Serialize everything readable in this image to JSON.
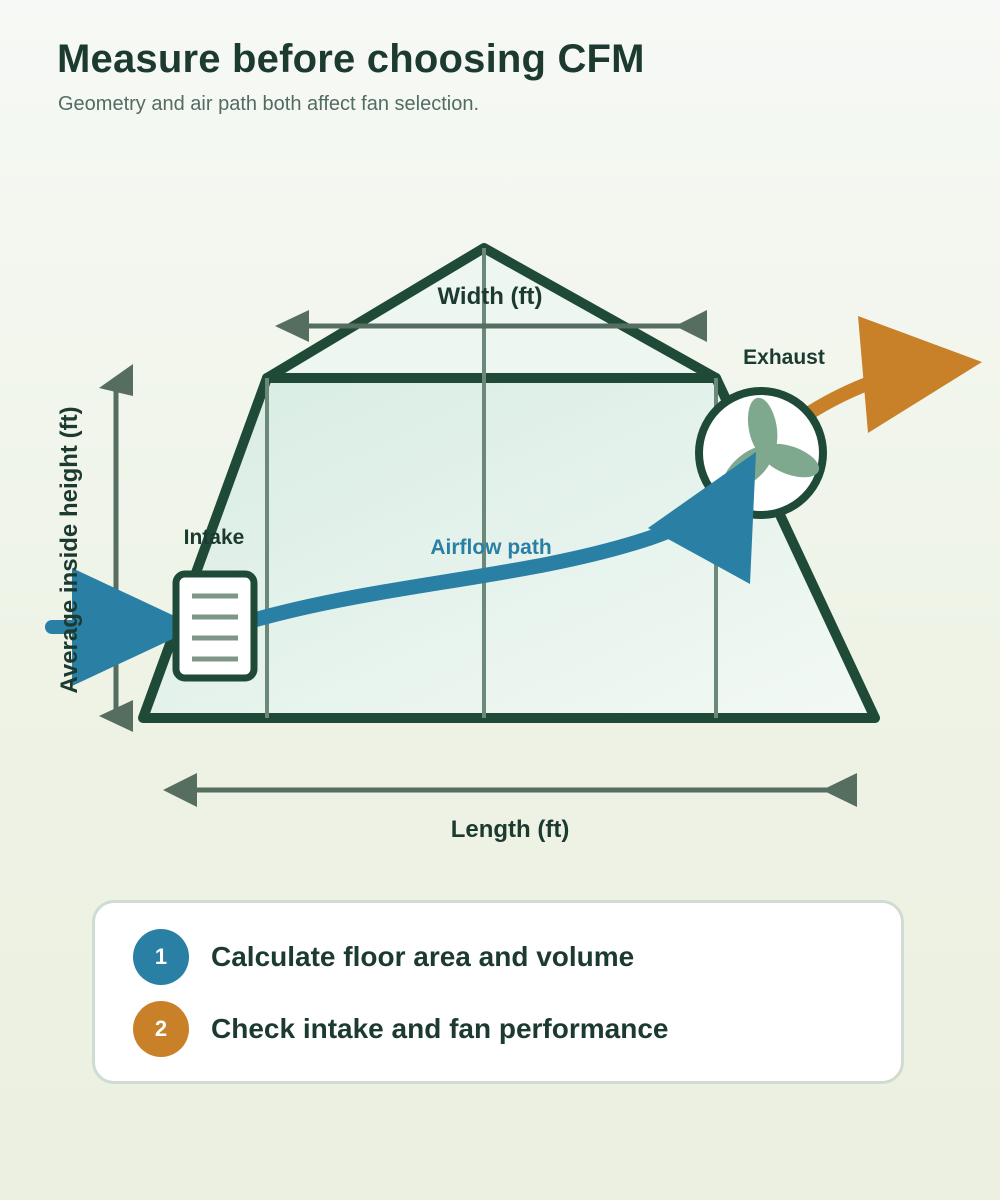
{
  "header": {
    "title": "Measure before choosing CFM",
    "subtitle": "Geometry and air path both affect fan selection."
  },
  "diagram": {
    "width_label": "Width (ft)",
    "length_label": "Length (ft)",
    "height_label": "Average inside height (ft)",
    "intake_label": "Intake",
    "exhaust_label": "Exhaust",
    "airflow_label": "Airflow path",
    "icons": [
      "intake-vent-icon",
      "exhaust-fan-icon"
    ]
  },
  "steps": [
    {
      "number": "1",
      "text": "Calculate floor area and volume",
      "color": "#2a7fa4"
    },
    {
      "number": "2",
      "text": "Check intake and fan performance",
      "color": "#c88128"
    }
  ],
  "colors": {
    "frame": "#1f4a38",
    "dimension": "#556e60",
    "airflow": "#2a7fa4",
    "exhaust": "#c88128",
    "fan_blade": "#7ea98e",
    "title": "#1c3a30"
  }
}
